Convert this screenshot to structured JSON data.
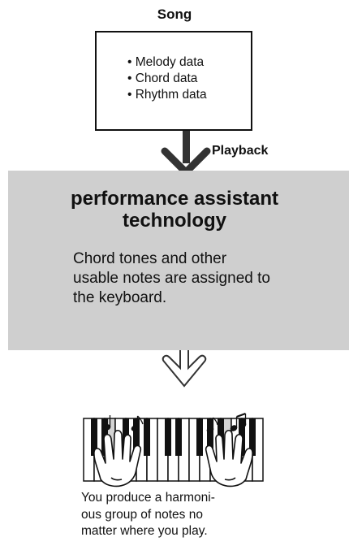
{
  "song": {
    "title": "Song",
    "items": [
      "• Melody data",
      "• Chord data",
      "• Rhythm data"
    ]
  },
  "playback_label": "Playback",
  "assistant": {
    "title_line1": "performance assistant",
    "title_line2": "technology",
    "description_lines": [
      "Chord tones and other",
      "usable notes are assigned to",
      "the keyboard."
    ]
  },
  "result": {
    "lines": [
      "You produce a harmoni-",
      "ous group of notes no",
      "matter where you play."
    ]
  },
  "colors": {
    "panel": "#cfcfcf",
    "outline": "#111111"
  }
}
